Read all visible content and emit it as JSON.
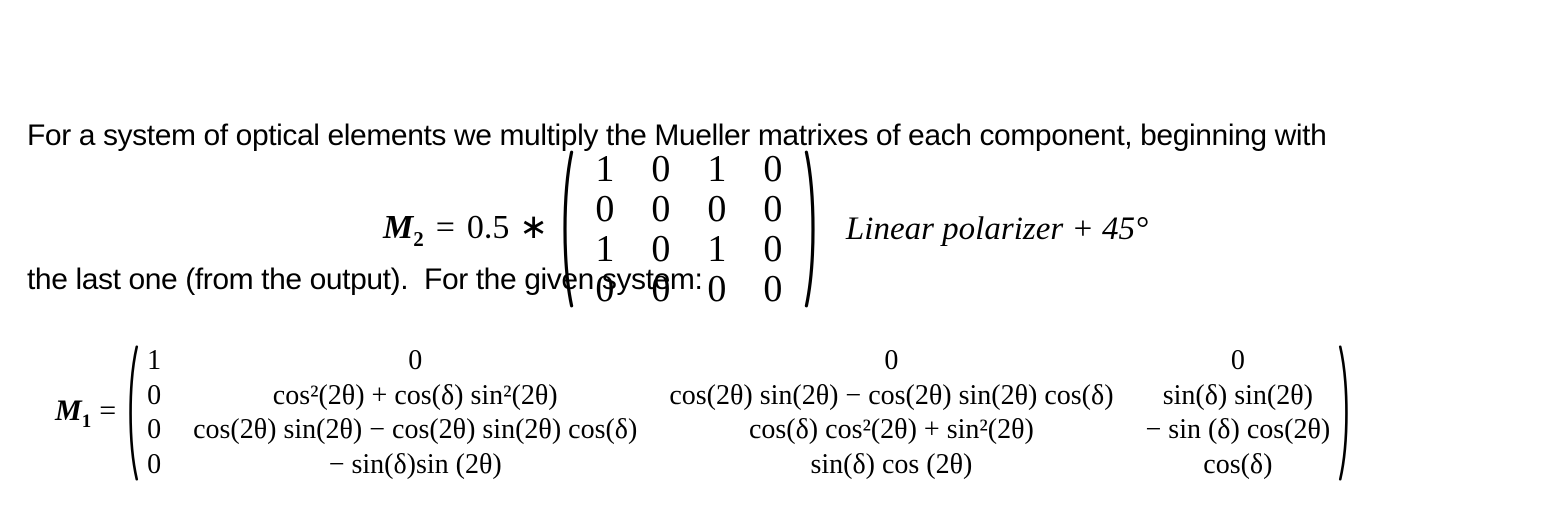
{
  "document": {
    "background_color": "#ffffff",
    "text_color": "#000000"
  },
  "paragraph": {
    "line1": "For a system of optical elements we multiply the Mueller matrixes of each component, beginning with",
    "line2": "the last one (from the output).  For the given system:"
  },
  "m2": {
    "variable": "M",
    "subscript": "2",
    "equals_sign": "=",
    "coefficient": "0.5",
    "multiply_operator": "∗",
    "matrix": [
      [
        "1",
        "0",
        "1",
        "0"
      ],
      [
        "0",
        "0",
        "0",
        "0"
      ],
      [
        "1",
        "0",
        "1",
        "0"
      ],
      [
        "0",
        "0",
        "0",
        "0"
      ]
    ],
    "annotation": "Linear polarizer + 45°"
  },
  "m1": {
    "variable": "M",
    "subscript": "1",
    "equals_sign": "=",
    "matrix": [
      [
        "1",
        "0",
        "0",
        "0"
      ],
      [
        "0",
        "cos²(2θ) + cos(δ) sin²(2θ)",
        "cos(2θ) sin(2θ) − cos(2θ) sin(2θ) cos(δ)",
        "sin(δ) sin(2θ)"
      ],
      [
        "0",
        "cos(2θ) sin(2θ) − cos(2θ) sin(2θ) cos(δ)",
        "cos(δ) cos²(2θ) + sin²(2θ)",
        "− sin (δ) cos(2θ)"
      ],
      [
        "0",
        "− sin(δ)sin (2θ)",
        "sin(δ) cos (2θ)",
        "cos(δ)"
      ]
    ]
  }
}
